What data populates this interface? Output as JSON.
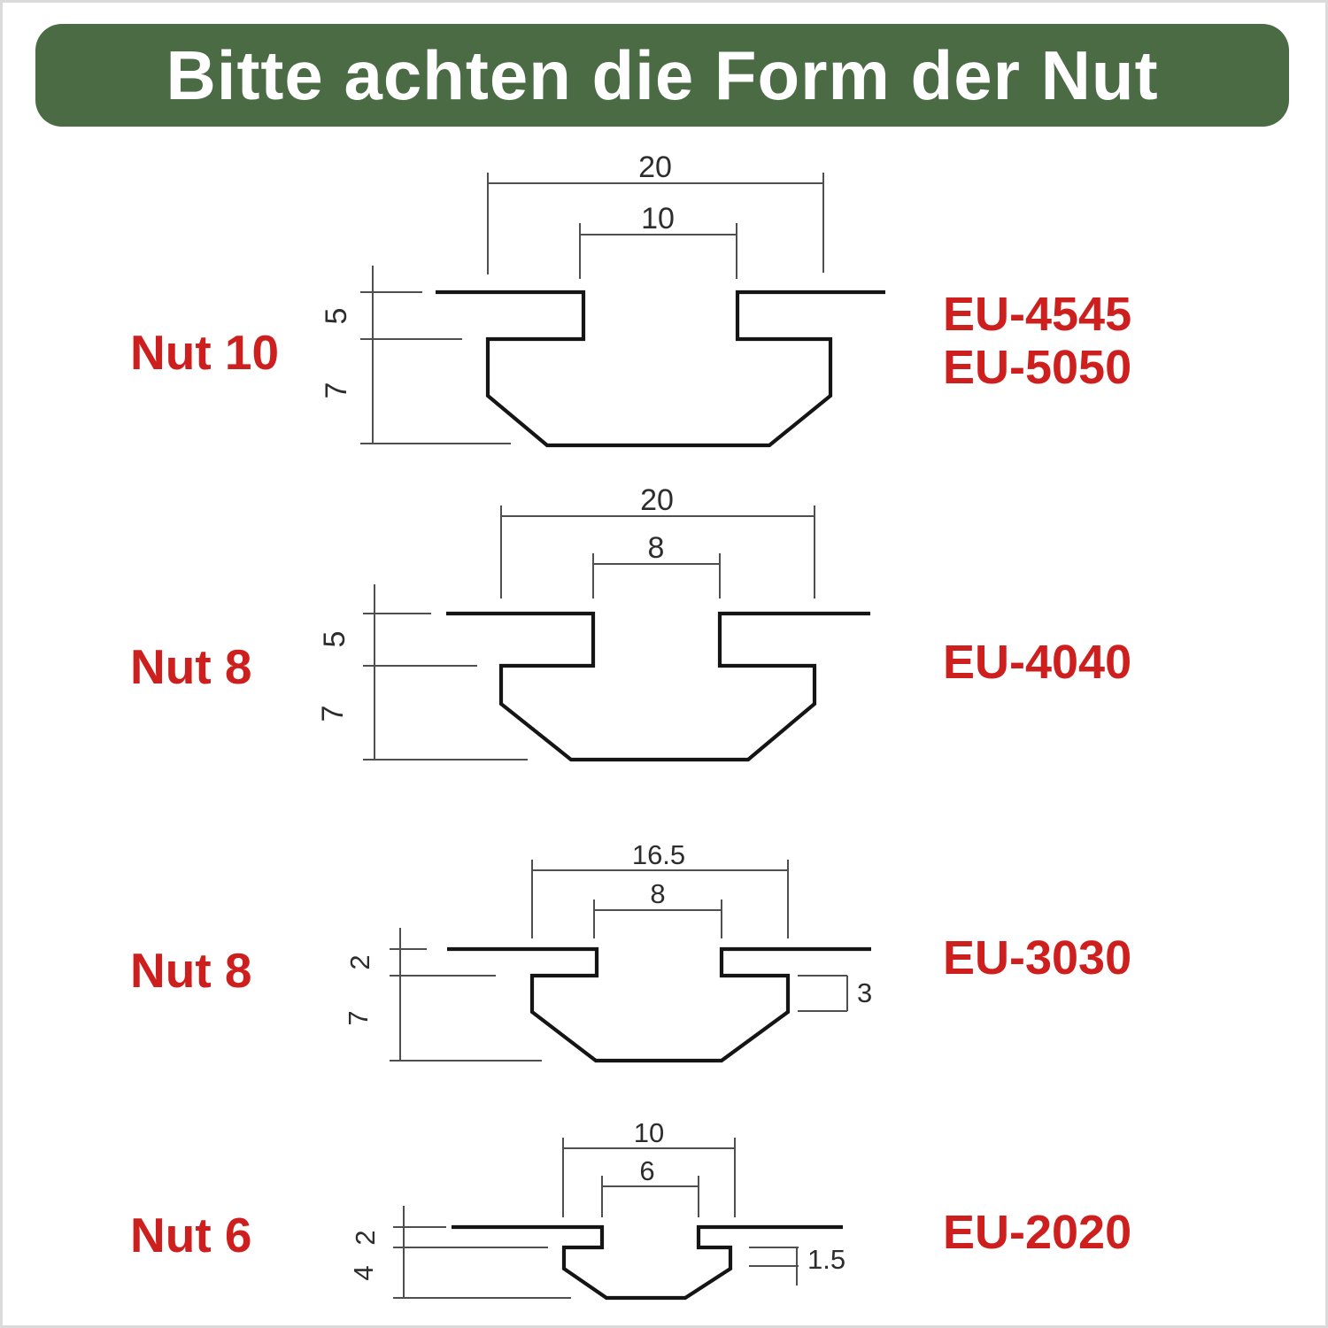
{
  "header": {
    "title": "Bitte achten die Form der Nut"
  },
  "colors": {
    "header_bg": "#4B6B45",
    "header_fg": "#FFFFFF",
    "accent_red": "#CE1F1F",
    "profile_line": "#151515",
    "dimension_line": "#4F4F4F"
  },
  "rows": [
    {
      "label": "Nut 10",
      "codes": [
        "EU-4545",
        "EU-5050"
      ],
      "dims": {
        "outer_width": "20",
        "slot_width": "10",
        "lip_depth": "5",
        "body_depth": "7"
      }
    },
    {
      "label": "Nut 8",
      "codes": [
        "EU-4040"
      ],
      "dims": {
        "outer_width": "20",
        "slot_width": "8",
        "lip_depth": "5",
        "body_depth": "7"
      }
    },
    {
      "label": "Nut 8",
      "codes": [
        "EU-3030"
      ],
      "dims": {
        "outer_width": "16.5",
        "slot_width": "8",
        "lip_depth": "2",
        "body_depth": "7",
        "side_step": "3"
      }
    },
    {
      "label": "Nut 6",
      "codes": [
        "EU-2020"
      ],
      "dims": {
        "outer_width": "10",
        "slot_width": "6",
        "lip_depth": "2",
        "body_depth": "4",
        "side_step": "1.5"
      }
    }
  ]
}
